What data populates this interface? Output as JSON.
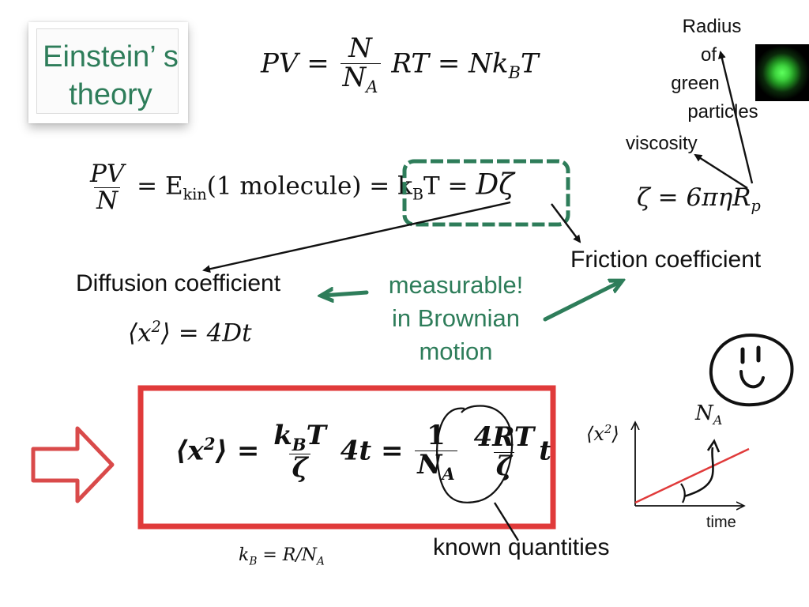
{
  "title": {
    "line1": "Einstein’ s",
    "line2": "theory"
  },
  "eq_gas_law": {
    "lhs": "PV =",
    "num": "N",
    "den": "N",
    "den_sub": "A",
    "rest": "RT = Nk",
    "rest_sub": "B",
    "rest_end": "T"
  },
  "eq_energy": {
    "num": "PV",
    "den": "N",
    "mid": "= E",
    "mid_sub": "kin",
    "mid_rest": "(1 molecule) = k",
    "kb_sub": "B",
    "t_eq": "T =",
    "dzeta": "Dζ"
  },
  "eq_stokes": {
    "text": "ζ = 6πηR",
    "sub": "p"
  },
  "eq_msd": {
    "text": "⟨x",
    "sup": "2",
    "rest": "⟩ = 4Dt"
  },
  "eq_main": {
    "lhs": "⟨x",
    "sup": "2",
    "lhs_end": "⟩ =",
    "f1_num": "k",
    "f1_num_sub": "B",
    "f1_num_end": "T",
    "f1_den": "ζ",
    "mid": "4t =",
    "f2_num": "1",
    "f2_den": "N",
    "f2_den_sub": "A",
    "f3_num": "4RT",
    "f3_den": "ζ",
    "tail": "t"
  },
  "eq_kb": {
    "text": "k",
    "sub": "B",
    "rest": " = R/N",
    "rest_sub": "A"
  },
  "labels": {
    "radius_lines": [
      "Radius",
      "of",
      "green",
      "particles"
    ],
    "viscosity": "viscosity",
    "friction": "Friction coefficient",
    "diffusion": "Diffusion coefficient",
    "measurable_lines": [
      "measurable!",
      "in Brownian",
      "motion"
    ],
    "known": "known quantities"
  },
  "graph": {
    "ylabel": "⟨x",
    "ylabel_sup": "2",
    "ylabel_end": "⟩",
    "xlabel": "time",
    "slope_label": "N",
    "slope_sub": "A"
  },
  "colors": {
    "accent_green": "#2e7d5a",
    "box_red": "#e03a3a",
    "arrow_red": "#d94a4a",
    "particle_green": "#3ed33e"
  },
  "icons": [
    "smiley-face-icon",
    "right-arrow-icon",
    "green-particle-image"
  ]
}
